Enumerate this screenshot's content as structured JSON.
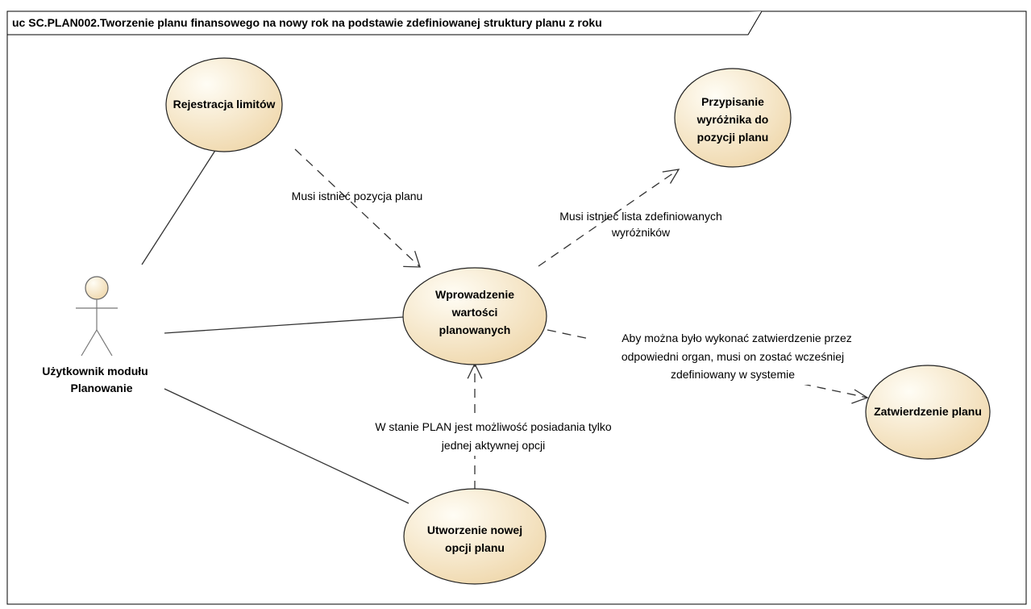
{
  "frame": {
    "title": "uc SC.PLAN002.Tworzenie planu finansowego na nowy rok na podstawie zdefiniowanej struktury planu z roku"
  },
  "colors": {
    "use_case_fill_light": "#fffdf5",
    "use_case_fill_dark": "#efd7ab",
    "line": "#333333"
  },
  "actor": {
    "icon": "stick-figure-icon",
    "label_lines": [
      "Użytkownik modułu",
      "Planowanie"
    ]
  },
  "use_cases": {
    "rejestracja": {
      "lines": [
        "Rejestracja limitów"
      ]
    },
    "przypisanie": {
      "lines": [
        "Przypisanie",
        "wyróżnika do",
        "pozycji planu"
      ]
    },
    "wprowadzenie": {
      "lines": [
        "Wprowadzenie",
        "wartości",
        "planowanych"
      ]
    },
    "zatwierdzenie": {
      "lines": [
        "Zatwierdzenie planu"
      ]
    },
    "utworzenie": {
      "lines": [
        "Utworzenie nowej",
        "opcji planu"
      ]
    }
  },
  "dependencies": {
    "rejestracja_to_wprowadzenie": {
      "label_lines": [
        "Musi istnieć pozycja planu"
      ]
    },
    "wprowadzenie_to_przypisanie": {
      "label_lines": [
        "Musi istnieć lista zdefiniowanych",
        "wyróżników"
      ]
    },
    "wprowadzenie_to_zatwierdzenie": {
      "label_lines": [
        "Aby można było wykonać zatwierdzenie przez",
        "odpowiedni organ, musi on zostać wcześniej",
        "zdefiniowany w systemie"
      ]
    },
    "utworzenie_to_wprowadzenie": {
      "label_lines": [
        "W stanie PLAN jest możliwość posiadania tylko",
        "jednej aktywnej opcji"
      ]
    }
  }
}
